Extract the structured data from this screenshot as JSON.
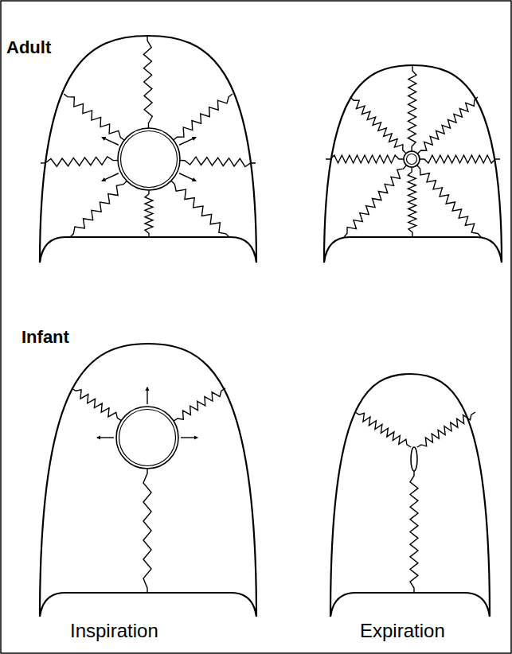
{
  "diagram": {
    "labels": [
      "Adult",
      "Infant",
      "Inspiration",
      "Expiration"
    ]
  }
}
